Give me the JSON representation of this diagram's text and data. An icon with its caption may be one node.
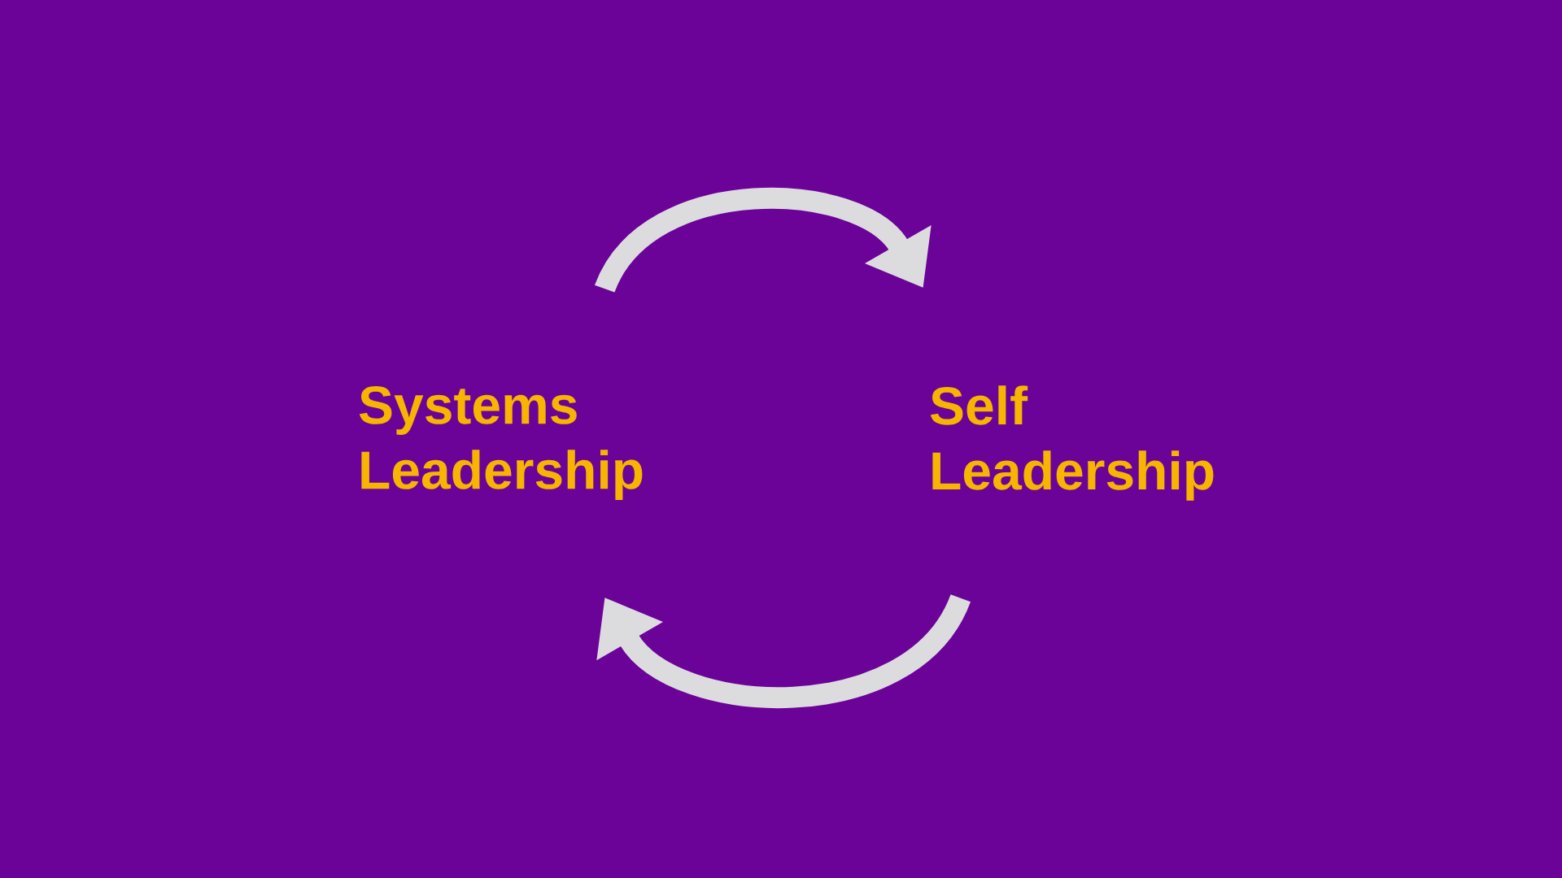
{
  "diagram": {
    "nodes": [
      {
        "text": [
          "Systems Leadership"
        ]
      },
      {
        "text": [
          "Self Leadership"
        ]
      }
    ],
    "edges": [
      {
        "from": 0,
        "to": 1,
        "arrow": "to"
      },
      {
        "from": 1,
        "to": 0,
        "arrow": "to"
      }
    ]
  }
}
